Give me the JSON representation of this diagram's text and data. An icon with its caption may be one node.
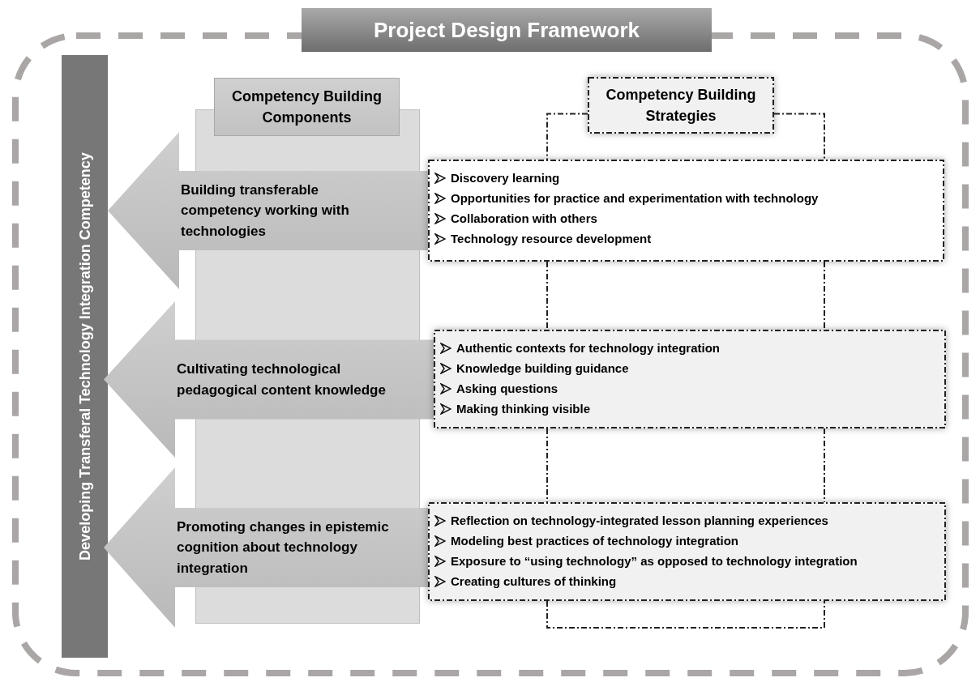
{
  "diagram": {
    "nodes": [
      {
        "text": [
          "Project Design Framework"
        ]
      },
      {
        "text": [
          "Developing Transferal Technology Integration Competency"
        ],
        "in": 0
      },
      {
        "text": [
          "Competency Building Components"
        ],
        "in": 0
      },
      {
        "text": [
          "Building transferable competency working with technologies"
        ],
        "in": 0
      },
      {
        "text": [
          "Cultivating technological pedagogical content knowledge"
        ],
        "in": 0
      },
      {
        "text": [
          "Promoting changes in epistemic cognition about technology integration"
        ],
        "in": 0
      },
      {
        "text": [
          "Competency Building Strategies"
        ],
        "in": 0
      },
      {
        "text": [
          "Discovery learning",
          "Opportunities for practice and experimentation with technology",
          "Collaboration with others",
          "Technology resource development"
        ],
        "in": 0
      },
      {
        "text": [
          "Authentic contexts for technology integration",
          "Knowledge building guidance",
          "Asking questions",
          "Making thinking visible"
        ],
        "in": 0
      },
      {
        "text": [
          "Reflection on technology-integrated lesson planning experiences",
          "Modeling best practices of technology integration",
          "Exposure to “using technology” as opposed to technology integration",
          "Creating cultures of thinking"
        ],
        "in": 0
      }
    ],
    "edges": [
      {
        "from": 6,
        "to": 7,
        "arrow": "none",
        "style": "dashed"
      },
      {
        "from": 6,
        "to": 7,
        "arrow": "none",
        "style": "dashed"
      },
      {
        "from": 7,
        "to": 8,
        "arrow": "none",
        "style": "dashed"
      },
      {
        "from": 7,
        "to": 8,
        "arrow": "none",
        "style": "dashed"
      },
      {
        "from": 8,
        "to": 9,
        "arrow": "none",
        "style": "dashed"
      },
      {
        "from": 8,
        "to": 9,
        "arrow": "none",
        "style": "dashed"
      }
    ]
  }
}
